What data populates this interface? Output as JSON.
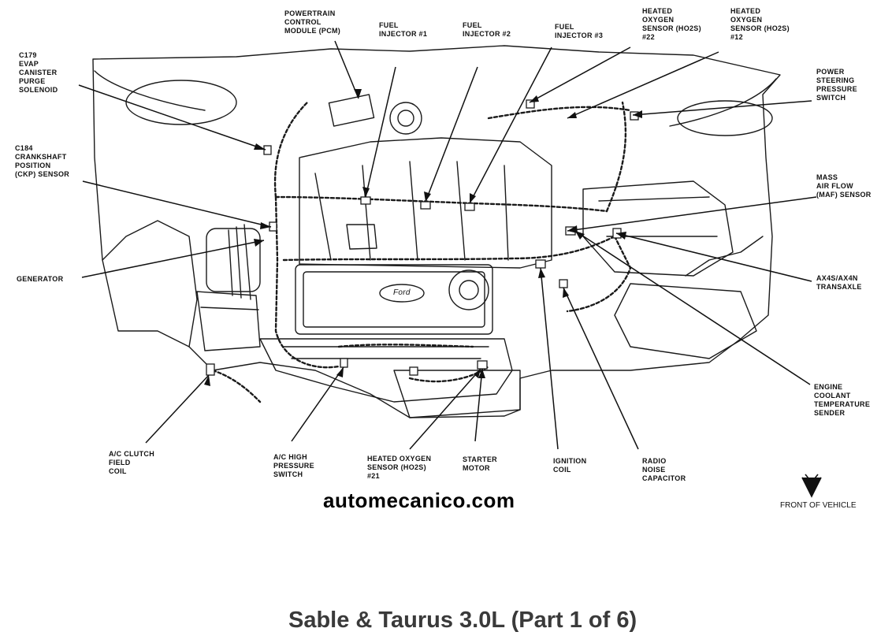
{
  "callouts": {
    "pcm": "POWERTRAIN\nCONTROL\nMODULE (PCM)",
    "fuel_injector_1": "FUEL\nINJECTOR #1",
    "fuel_injector_2": "FUEL\nINJECTOR #2",
    "fuel_injector_3": "FUEL\nINJECTOR #3",
    "ho2s_22": "HEATED\nOXYGEN\nSENSOR (HO2S)\n#22",
    "ho2s_12": "HEATED\nOXYGEN\nSENSOR (HO2S)\n#12",
    "evap_solenoid": "C179\nEVAP\nCANISTER\nPURGE\nSOLENOID",
    "power_steering_switch": "POWER\nSTEERING\nPRESSURE\nSWITCH",
    "ckp_sensor": "C184\nCRANKSHAFT\nPOSITION\n(CKP) SENSOR",
    "maf_sensor": "MASS\nAIR FLOW\n(MAF) SENSOR",
    "generator": "GENERATOR",
    "transaxle": "AX4S/AX4N\nTRANSAXLE",
    "coolant_sender": "ENGINE\nCOOLANT\nTEMPERATURE\nSENDER",
    "ac_clutch_coil": "A/C CLUTCH\nFIELD\nCOIL",
    "ac_pressure_switch": "A/C HIGH\nPRESSURE\nSWITCH",
    "ho2s_21": "HEATED OXYGEN\nSENSOR (HO2S)\n#21",
    "starter_motor": "STARTER\nMOTOR",
    "ignition_coil": "IGNITION\nCOIL",
    "radio_capacitor": "RADIO\nNOISE\nCAPACITOR"
  },
  "engine_badge": "Ford",
  "watermark": "automecanico.com",
  "front_of_vehicle": "FRONT OF VEHICLE",
  "caption": "Sable & Taurus 3.0L (Part 1 of 6)",
  "colors": {
    "ink": "#111111",
    "caption": "#3a3a3a",
    "background": "#ffffff"
  }
}
